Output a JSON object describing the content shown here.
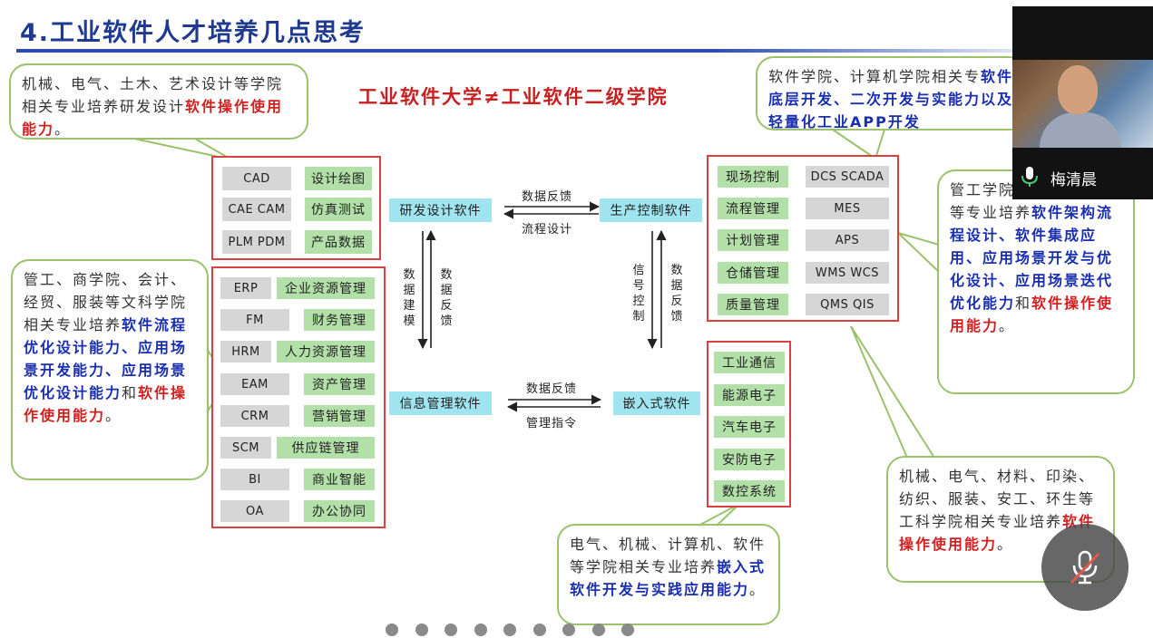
{
  "slide": {
    "title": "4.工业软件人才培养几点思考",
    "headline": "工业软件大学≠工业软件二级学院"
  },
  "callouts": {
    "top_left": {
      "p1": "机械、电气、土木、艺术设计等学院相关专业培养研发设计",
      "red": "软件操作使用能力",
      "p2": "。"
    },
    "top_right": {
      "p1": "软件学院、计算机学院相关专",
      "blue": "软件底层开发、二次开发与实能力以及轻量化工业APP开发"
    },
    "left": {
      "p1": "管工、商学院、会计、经贸、服装等文科学院相关专业培养",
      "blue": "软件流程优化设计能力、应用场景开发能力、应用场景优化设计能力",
      "p2": "和",
      "red": "软件操作使用能力",
      "p3": "。"
    },
    "right": {
      "p1": "管工学院质量管理工程等专业培养",
      "blue": "软件架构流程设计、软件集成应用、应用场景开发与优化设计、应用场景迭代优化能力",
      "p2": "和",
      "red": "软件操作使用能力",
      "p3": "。"
    },
    "bottom_right": {
      "p1": "机械、电气、材料、印染、纺织、服装、安工、环生等工科学院相关专业培养",
      "red": "软件操作使用能力",
      "p2": "。"
    },
    "bottom_center": {
      "p1": "电气、机械、计算机、软件等学院相关专业培养",
      "blue": "嵌入式软件开发与实践应用能力",
      "p2": "。"
    }
  },
  "rd_group": {
    "items": [
      {
        "code": "CAD",
        "name": "设计绘图"
      },
      {
        "code": "CAE CAM",
        "name": "仿真测试"
      },
      {
        "code": "PLM PDM",
        "name": "产品数据"
      }
    ]
  },
  "mgmt_group": {
    "items": [
      {
        "code": "ERP",
        "name": "企业资源管理"
      },
      {
        "code": "FM",
        "name": "财务管理"
      },
      {
        "code": "HRM",
        "name": "人力资源管理"
      },
      {
        "code": "EAM",
        "name": "资产管理"
      },
      {
        "code": "CRM",
        "name": "营销管理"
      },
      {
        "code": "SCM",
        "name": "供应链管理"
      },
      {
        "code": "BI",
        "name": "商业智能"
      },
      {
        "code": "OA",
        "name": "办公协同"
      }
    ]
  },
  "prod_group": {
    "items": [
      {
        "name": "现场控制",
        "code": "DCS SCADA"
      },
      {
        "name": "流程管理",
        "code": "MES"
      },
      {
        "name": "计划管理",
        "code": "APS"
      },
      {
        "name": "仓储管理",
        "code": "WMS WCS"
      },
      {
        "name": "质量管理",
        "code": "QMS QIS"
      }
    ]
  },
  "emb_group": {
    "items": [
      "工业通信",
      "能源电子",
      "汽车电子",
      "安防电子",
      "数控系统"
    ]
  },
  "center": {
    "rd": "研发设计软件",
    "prod": "生产控制软件",
    "info": "信息管理软件",
    "emb": "嵌入式软件",
    "top_feedback": "数据反馈",
    "top_design": "流程设计",
    "bottom_feedback": "数据反馈",
    "bottom_cmd": "管理指令",
    "left_model": "数据建模",
    "left_feedback": "数据反馈",
    "right_signal": "信号控制",
    "right_feedback": "数据反馈"
  },
  "video": {
    "participant_name": "梅清晨"
  },
  "pagination": {
    "count": 9
  },
  "colors": {
    "title": "#1f3a8f",
    "headline": "#c62020",
    "box_border": "#d94040",
    "callout_border": "#9bc26b",
    "highlight_red": "#d42020",
    "highlight_blue": "#1a2fb0"
  }
}
